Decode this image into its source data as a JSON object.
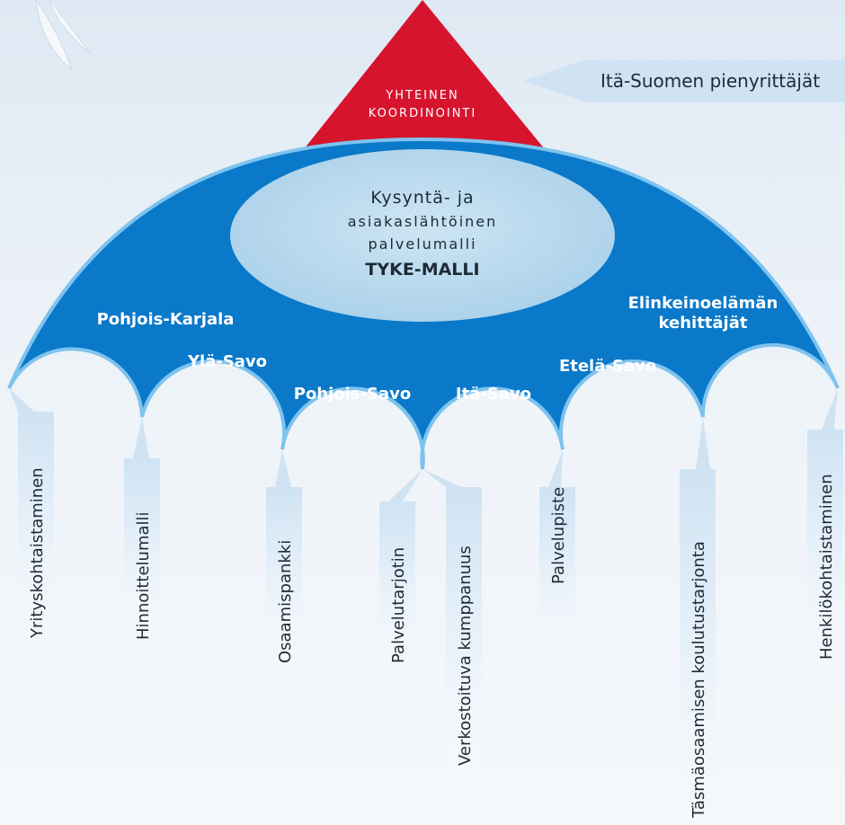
{
  "top": {
    "line1": "YHTEINEN",
    "line2": "KOORDINOINTI"
  },
  "callout": {
    "text": "Itä-Suomen pienyrittäjät"
  },
  "center": {
    "line1": "Kysyntä- ja",
    "line2": "asiakaslähtöinen",
    "line3": "palvelumalli",
    "line4": "TYKE-MALLI"
  },
  "regions": [
    "Pohjois-Karjala",
    "Ylä-Savo",
    "Pohjois-Savo",
    "Itä-Savo",
    "Etelä-Savo"
  ],
  "developers": {
    "line1": "Elinkeinoelämän",
    "line2": "kehittäjät"
  },
  "tags": [
    "Yrityskohtaistaminen",
    "Hinnoittelumalli",
    "Osaamispankki",
    "Palvelutarjotin",
    "Verkostoituva kumppanuus",
    "Palvelupiste",
    "Täsmäosaamisen koulutustarjonta",
    "Henkilökohtaistaminen"
  ],
  "colors": {
    "umbrella": "#0a79c9",
    "umbrella_edge": "#7ec3ee",
    "triangle": "#d7142e",
    "ellipse": "#b9daee",
    "tag": "#e6f1fa",
    "white": "#ffffff",
    "dark": "#1f2a36"
  }
}
